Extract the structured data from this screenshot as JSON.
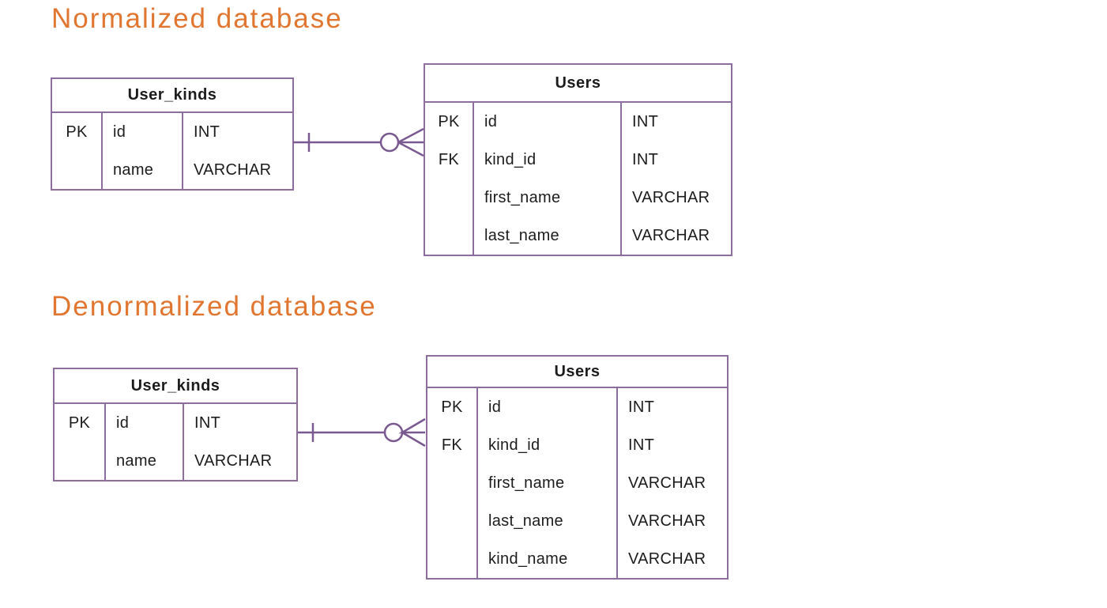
{
  "colors": {
    "heading": "#E0762F",
    "table_border": "#8D6C9E",
    "connector_line": "#7A5890",
    "text": "#1C1C1C",
    "background": "#FFFFFF"
  },
  "sections": [
    {
      "heading": "Normalized database",
      "tables": [
        {
          "title": "User_kinds",
          "rows": [
            {
              "key": "PK",
              "name": "id",
              "type": "INT"
            },
            {
              "key": "",
              "name": "name",
              "type": "VARCHAR"
            }
          ]
        },
        {
          "title": "Users",
          "rows": [
            {
              "key": "PK",
              "name": "id",
              "type": "INT"
            },
            {
              "key": "FK",
              "name": "kind_id",
              "type": "INT"
            },
            {
              "key": "",
              "name": "first_name",
              "type": "VARCHAR"
            },
            {
              "key": "",
              "name": "last_name",
              "type": "VARCHAR"
            }
          ]
        }
      ],
      "relationship": {
        "from": "User_kinds",
        "to": "Users",
        "cardinality": "one-to-zero-or-many"
      }
    },
    {
      "heading": "Denormalized database",
      "tables": [
        {
          "title": "User_kinds",
          "rows": [
            {
              "key": "PK",
              "name": "id",
              "type": "INT"
            },
            {
              "key": "",
              "name": "name",
              "type": "VARCHAR"
            }
          ]
        },
        {
          "title": "Users",
          "rows": [
            {
              "key": "PK",
              "name": "id",
              "type": "INT"
            },
            {
              "key": "FK",
              "name": "kind_id",
              "type": "INT"
            },
            {
              "key": "",
              "name": "first_name",
              "type": "VARCHAR"
            },
            {
              "key": "",
              "name": "last_name",
              "type": "VARCHAR"
            },
            {
              "key": "",
              "name": "kind_name",
              "type": "VARCHAR"
            }
          ]
        }
      ],
      "relationship": {
        "from": "User_kinds",
        "to": "Users",
        "cardinality": "one-to-zero-or-many"
      }
    }
  ]
}
